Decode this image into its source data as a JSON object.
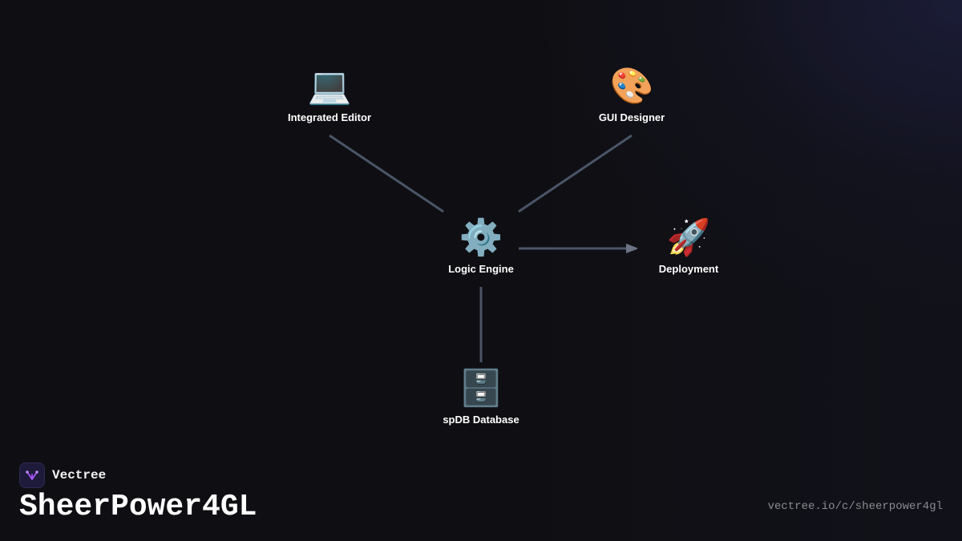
{
  "diagram": {
    "nodes": [
      {
        "id": "editor",
        "label": "Integrated Editor",
        "icon": "laptop-icon",
        "glyph": "💻"
      },
      {
        "id": "gui",
        "label": "GUI Designer",
        "icon": "palette-icon",
        "glyph": "🎨"
      },
      {
        "id": "logic",
        "label": "Logic Engine",
        "icon": "gear-icon",
        "glyph": "⚙️"
      },
      {
        "id": "deploy",
        "label": "Deployment",
        "icon": "rocket-icon",
        "glyph": "🚀"
      },
      {
        "id": "db",
        "label": "spDB Database",
        "icon": "file-cabinet-icon",
        "glyph": "🗄️"
      }
    ],
    "edges": [
      {
        "from": "editor",
        "to": "logic",
        "arrow": false
      },
      {
        "from": "gui",
        "to": "logic",
        "arrow": false
      },
      {
        "from": "logic",
        "to": "deploy",
        "arrow": true
      },
      {
        "from": "logic",
        "to": "db",
        "arrow": false
      }
    ]
  },
  "brand": {
    "name": "Vectree",
    "logo_icon": "vectree-logo-icon"
  },
  "title": "SheerPower4GL",
  "url": "vectree.io/c/sheerpower4gl",
  "colors": {
    "background": "#0f0f13",
    "connector": "#4a5568",
    "arrowhead": "#6b7385",
    "text": "#ffffff",
    "muted": "#8a8a8f",
    "logo_accent": "#a855f7"
  }
}
